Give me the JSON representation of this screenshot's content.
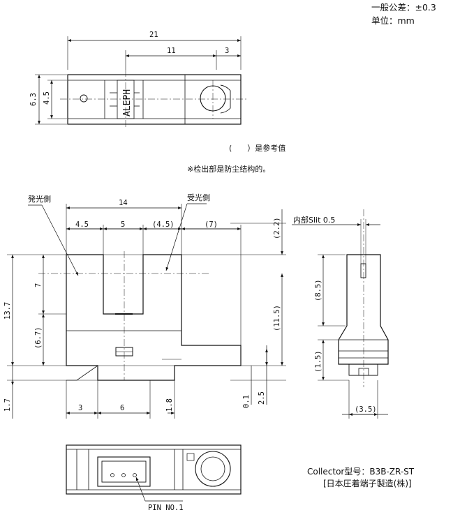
{
  "notes": {
    "tolerance": "一般公差：±0.3",
    "unit": "单位：mm",
    "paren_ref": "(　　）是参考值",
    "dust": "※检出部是防尘结构的。",
    "collector_line1": "Collector型号：B3B-ZR-ST",
    "collector_line2": "[日本圧着端子製造(株)]"
  },
  "labels": {
    "emitter_side": "発光側",
    "receiver_side": "受光側",
    "inner_slit": "内部Slit 0.5",
    "pin_no": "PIN NO.1",
    "brand": "ALEPH"
  },
  "dims": {
    "top_21": "21",
    "top_11": "11",
    "top_3": "3",
    "top_63": "6.3",
    "top_45": "4.5",
    "front_14": "14",
    "front_45a": "4.5",
    "front_5": "5",
    "front_45b": "(4.5)",
    "front_7p": "(7)",
    "front_22": "(2.2)",
    "front_7": "7",
    "front_137": "13.7",
    "front_67": "(6.7)",
    "front_115": "(11.5)",
    "front_17": "1.7",
    "front_3": "3",
    "front_6": "6",
    "front_18": "1.8",
    "front_01": "0.1",
    "front_25": "2.5",
    "side_85": "(8.5)",
    "side_15": "(1.5)",
    "side_35": "(3.5)"
  }
}
